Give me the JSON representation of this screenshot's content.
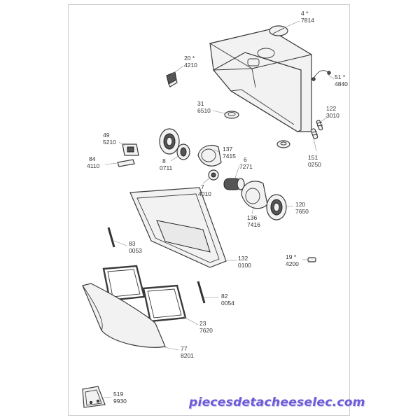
{
  "parts": [
    {
      "id": "p4",
      "ref": "4 *",
      "code": "7814"
    },
    {
      "id": "p20",
      "ref": "20 *",
      "code": "4210"
    },
    {
      "id": "p51",
      "ref": "51 *",
      "code": "4840"
    },
    {
      "id": "p31",
      "ref": "31",
      "code": "6510"
    },
    {
      "id": "p122",
      "ref": "122",
      "code": "3010"
    },
    {
      "id": "p49",
      "ref": "49",
      "code": "5210"
    },
    {
      "id": "p137",
      "ref": "137",
      "code": "7415"
    },
    {
      "id": "p6",
      "ref": "6",
      "code": "7271"
    },
    {
      "id": "p84",
      "ref": "84",
      "code": "4110"
    },
    {
      "id": "p8",
      "ref": "8",
      "code": "0711"
    },
    {
      "id": "p151",
      "ref": "151",
      "code": "0250"
    },
    {
      "id": "p7",
      "ref": "7",
      "code": "4010"
    },
    {
      "id": "p120",
      "ref": "120",
      "code": "7650"
    },
    {
      "id": "p136",
      "ref": "136",
      "code": "7416"
    },
    {
      "id": "p83",
      "ref": "83",
      "code": "0053"
    },
    {
      "id": "p132",
      "ref": "132",
      "code": "0100"
    },
    {
      "id": "p19",
      "ref": "19 *",
      "code": "4200"
    },
    {
      "id": "p82",
      "ref": "82",
      "code": "0054"
    },
    {
      "id": "p23",
      "ref": "23",
      "code": "7620"
    },
    {
      "id": "p77",
      "ref": "77",
      "code": "8201"
    },
    {
      "id": "p519",
      "ref": "519",
      "code": "9930"
    }
  ],
  "watermark": "piecesdetacheeselec.com"
}
